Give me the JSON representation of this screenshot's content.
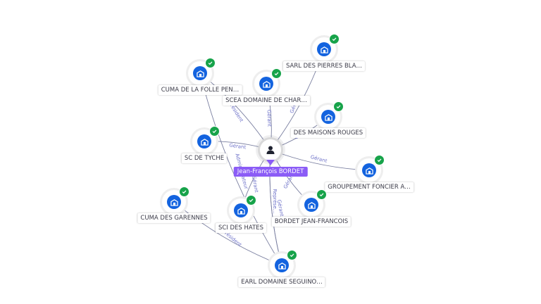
{
  "center": {
    "label": "Jean-François BORDET",
    "accent": "#8b5cf6"
  },
  "colors": {
    "edge": "#7a7fa0",
    "edge_label": "#6f73c9",
    "node": "#1363df",
    "badge": "#17a34a"
  },
  "nodes": [
    {
      "label": "SARL DES PIERRES BLA…",
      "icon": "building-icon",
      "verified": true
    },
    {
      "label": "CUMA DE LA FOLLE PEN…",
      "icon": "building-icon",
      "verified": true
    },
    {
      "label": "SCEA DOMAINE DE CHAR…",
      "icon": "building-icon",
      "verified": true
    },
    {
      "label": "DES MAISONS ROUGES",
      "icon": "building-icon",
      "verified": true
    },
    {
      "label": "SC DE TYCHE",
      "icon": "building-icon",
      "verified": true
    },
    {
      "label": "GROUPEMENT FONCIER A…",
      "icon": "building-icon",
      "verified": true
    },
    {
      "label": "CUMA DES GARENNES",
      "icon": "building-icon",
      "verified": true
    },
    {
      "label": "SCI DES HATES",
      "icon": "building-icon",
      "verified": true
    },
    {
      "label": "BORDET JEAN-FRANCOIS",
      "icon": "building-icon",
      "verified": true
    },
    {
      "label": "EARL DOMAINE SEGUINO…",
      "icon": "building-icon",
      "verified": true
    }
  ],
  "edge_labels": [
    "Gérant",
    "Président",
    "Gérant",
    "Gérant",
    "Gérant",
    "Gérant",
    "Administrateur",
    "Gérant",
    "Représe…",
    "Gérant",
    "Gérant",
    "Président"
  ]
}
